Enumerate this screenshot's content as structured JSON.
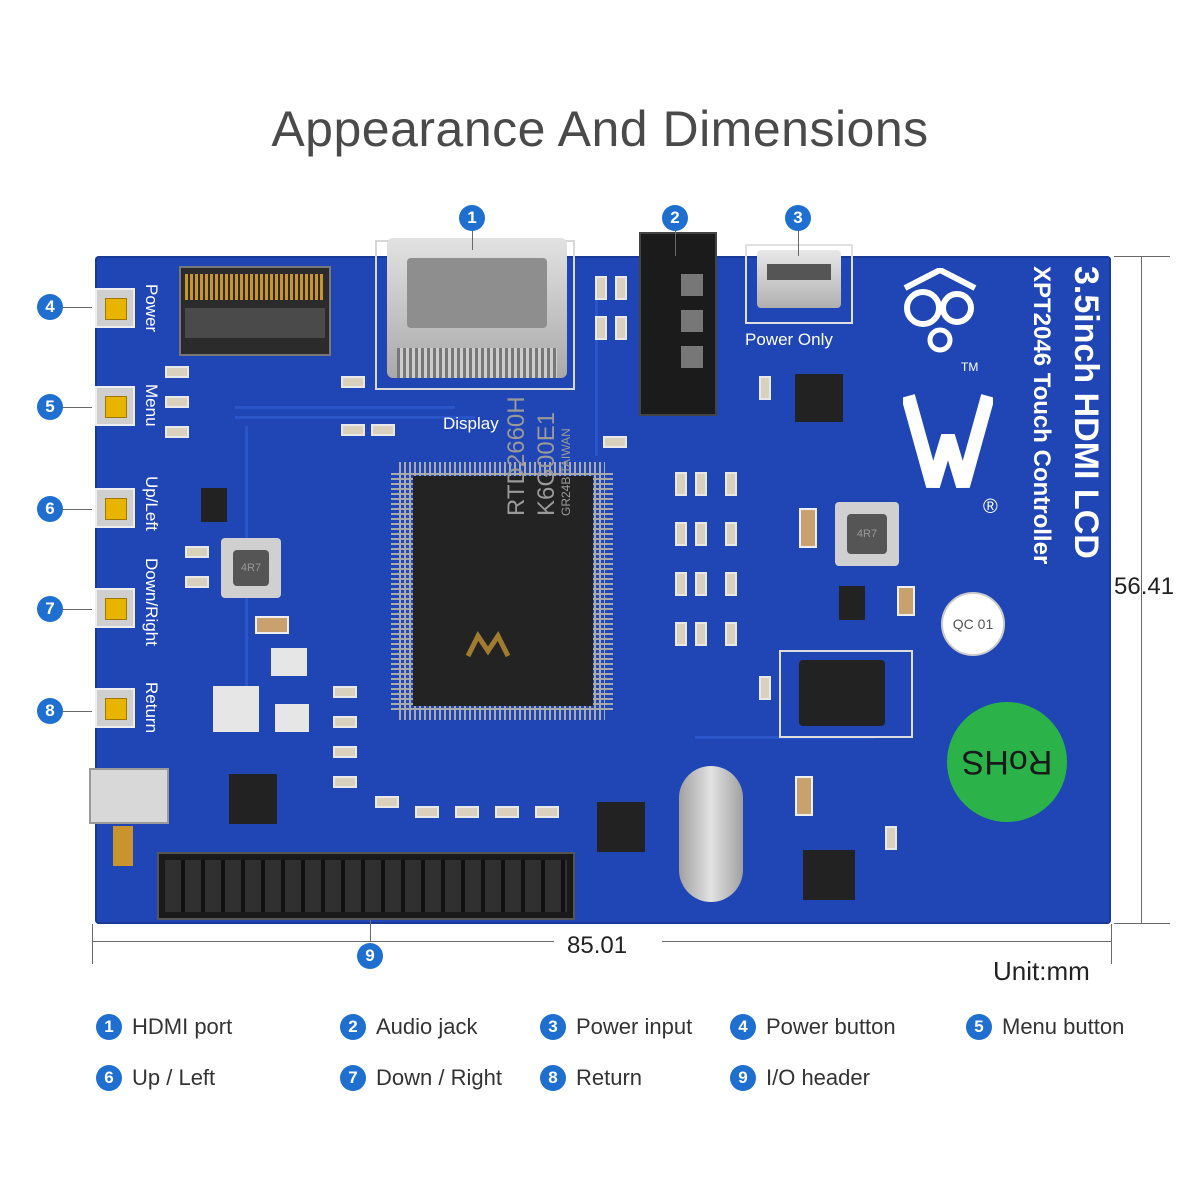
{
  "title": "Appearance And Dimensions",
  "board": {
    "product_name": "3.5inch HDMI LCD",
    "subtitle": "XPT2046 Touch Controller",
    "label_display": "Display",
    "label_power_only": "Power Only",
    "label_power": "Power",
    "label_menu": "Menu",
    "label_up_left": "Up/Left",
    "label_down_right": "Down/Right",
    "label_return": "Return",
    "chip_text_1": "RTD2660H",
    "chip_text_2": "K6G00E1",
    "chip_text_3": "GR24B TAIWAN",
    "inductor_text": "4R7",
    "qc_text": "QC 01",
    "rohs_text": "RoHS",
    "trademark": "TM",
    "registered": "®",
    "colors": {
      "board": "#1f46b4",
      "callout": "#1e6fd0",
      "rohs": "#2bb34a"
    }
  },
  "dimensions": {
    "width": "85.01",
    "height": "56.41",
    "unit": "Unit:mm"
  },
  "callouts": [
    "1",
    "2",
    "3",
    "4",
    "5",
    "6",
    "7",
    "8",
    "9"
  ],
  "legend": [
    {
      "num": "1",
      "label": "HDMI port"
    },
    {
      "num": "2",
      "label": "Audio jack"
    },
    {
      "num": "3",
      "label": "Power input"
    },
    {
      "num": "4",
      "label": "Power button"
    },
    {
      "num": "5",
      "label": "Menu button"
    },
    {
      "num": "6",
      "label": "Up / Left"
    },
    {
      "num": "7",
      "label": "Down / Right"
    },
    {
      "num": "8",
      "label": "Return"
    },
    {
      "num": "9",
      "label": "I/O header"
    }
  ]
}
